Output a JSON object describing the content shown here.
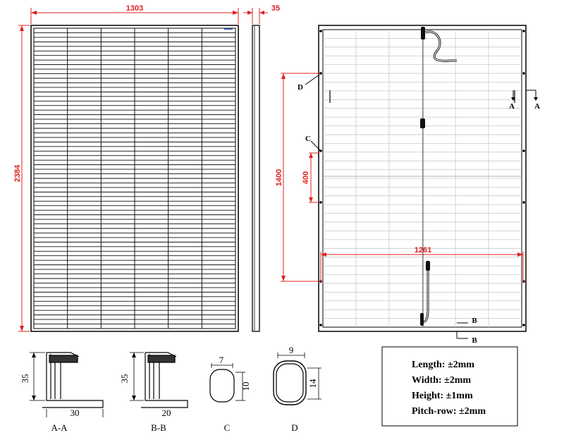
{
  "front": {
    "width_label": "1303",
    "height_label": "2384"
  },
  "side": {
    "thickness_label": "35"
  },
  "back": {
    "d_label": "D",
    "c_label": "C",
    "a_label_left": "A",
    "a_label_right": "A",
    "dim_1400": "1400",
    "dim_400": "400",
    "dim_1261": "1261",
    "b_label_top": "B",
    "b_label_bottom": "B"
  },
  "sections": {
    "aa": {
      "height": "35",
      "width": "30",
      "caption": "A-A"
    },
    "bb": {
      "height": "35",
      "width": "20",
      "caption": "B-B"
    },
    "c": {
      "width": "7",
      "height": "10",
      "caption": "C"
    },
    "d": {
      "width": "9",
      "height": "14",
      "caption": "D"
    }
  },
  "tolerances": {
    "length": "Length: ±2mm",
    "width": "Width: ±2mm",
    "height": "Height: ±1mm",
    "pitch": "Pitch-row: ±2mm"
  },
  "colors": {
    "dimension": "#e02020",
    "line": "#000000",
    "grid": "#bdbdbd"
  }
}
